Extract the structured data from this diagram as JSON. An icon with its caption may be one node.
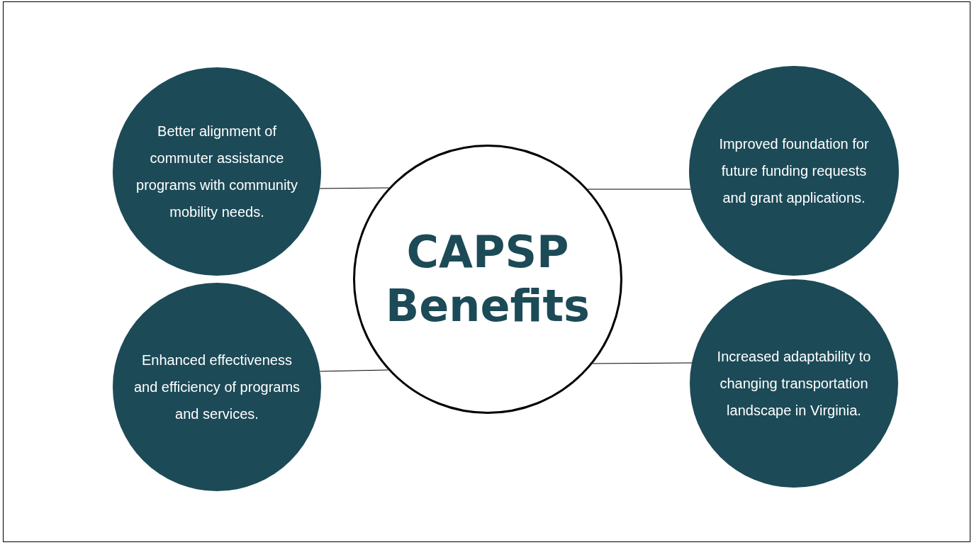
{
  "diagram": {
    "nodes": [
      {
        "text": [
          "Better alignment of commuter assistance programs with community mobility needs."
        ]
      },
      {
        "text": [
          "Improved foundation for future funding requests and grant applications."
        ]
      },
      {
        "text": [
          "CAPSP Benefits"
        ]
      },
      {
        "text": [
          "Enhanced effectiveness and efficiency of programs and services."
        ]
      },
      {
        "text": [
          "Increased adaptability to changing transportation landscape in Virginia."
        ]
      }
    ],
    "edges": [
      {
        "from": 2,
        "to": 0,
        "arrow": "none"
      },
      {
        "from": 2,
        "to": 1,
        "arrow": "none"
      },
      {
        "from": 2,
        "to": 3,
        "arrow": "none"
      },
      {
        "from": 2,
        "to": 4,
        "arrow": "none"
      }
    ]
  }
}
